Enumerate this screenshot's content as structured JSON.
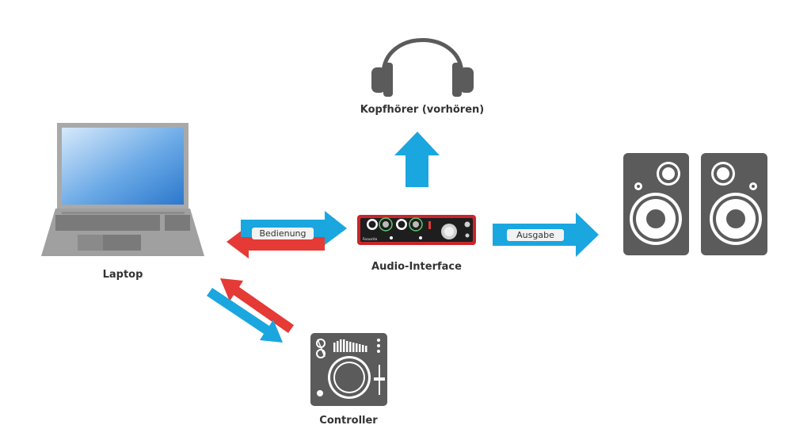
{
  "labels": {
    "headphones": "Kopfhörer (vorhören)",
    "laptop": "Laptop",
    "interface": "Audio-Interface",
    "controller": "Controller"
  },
  "arrows": {
    "control": "Bedienung",
    "output": "Ausgabe"
  },
  "devices": {
    "interface_brand": "Focusrite"
  },
  "icons": [
    "laptop-icon",
    "headphones-icon",
    "audio-interface-icon",
    "speakers-icon",
    "dj-controller-icon"
  ],
  "colors": {
    "arrow_blue": "#1aa6df",
    "arrow_red": "#e53a35",
    "device_gray": "#5b5b5b",
    "interface_red": "#c8262b",
    "screen_blue": "#4a90d9"
  }
}
